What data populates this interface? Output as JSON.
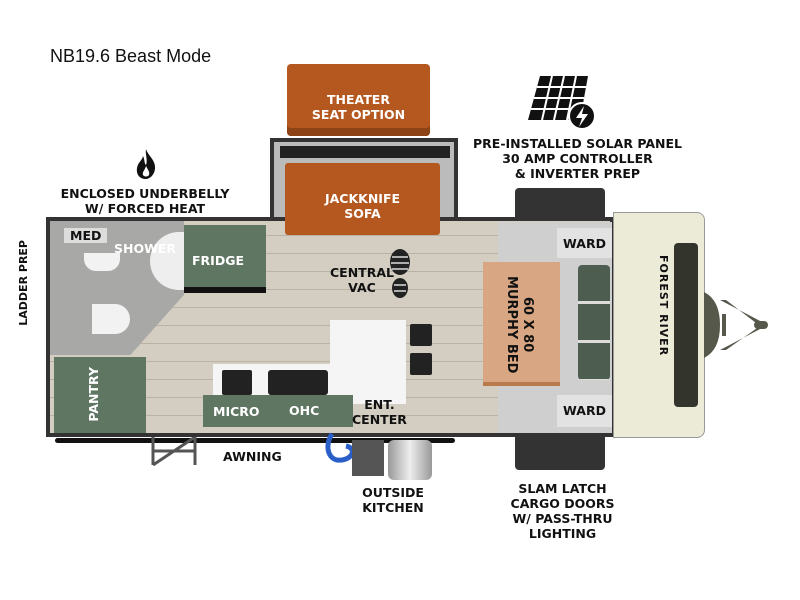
{
  "title": "NB19.6 Beast Mode",
  "labels": {
    "theater_seat": [
      "THEATER",
      "SEAT OPTION"
    ],
    "solar": [
      "PRE-INSTALLED SOLAR PANEL",
      "30 AMP CONTROLLER",
      "& INVERTER PREP"
    ],
    "underbelly": [
      "ENCLOSED UNDERBELLY",
      "W/ FORCED HEAT"
    ],
    "jackknife": [
      "JACKKNIFE",
      "SOFA"
    ],
    "ladder": [
      "LADDER",
      "PREP"
    ],
    "med": "MED",
    "shower": "SHOWER",
    "fridge": "FRIDGE",
    "central_vac": [
      "CENTRAL",
      "VAC"
    ],
    "murphy": [
      "60 X 80",
      "MURPHY BED"
    ],
    "ward_top": "WARD",
    "ward_bottom": "WARD",
    "pantry": "PANTRY",
    "micro": "MICRO",
    "ohc": "OHC",
    "ent_center": [
      "ENT.",
      "CENTER"
    ],
    "awning": "AWNING",
    "outside_kitchen": [
      "OUTSIDE",
      "KITCHEN"
    ],
    "slam_latch": [
      "SLAM LATCH",
      "CARGO DOORS",
      "W/ PASS-THRU",
      "LIGHTING"
    ],
    "brand": "FOREST RIVER"
  },
  "colors": {
    "sofa": "#b5581f",
    "green": "#5f7663",
    "floor": "#d3cec1",
    "bath": "#a8a8a6",
    "bed": "#d8a682",
    "cap": "#ecebd8"
  }
}
